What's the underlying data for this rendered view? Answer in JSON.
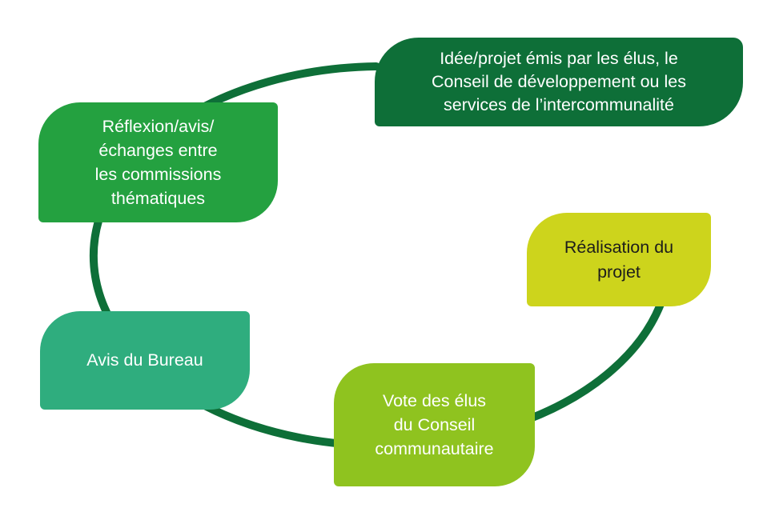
{
  "diagram_name": "process-cycle",
  "cycle": {
    "line_color": "#0E6F38",
    "line_width": 10
  },
  "boxes": [
    {
      "id": "idea",
      "lines": [
        "Idée/projet émis par les élus, le",
        "Conseil de développement ou les",
        "services de l’intercommunalité"
      ],
      "color": "#0E6F38",
      "text_color": "#FFFFFF"
    },
    {
      "id": "reflexion",
      "lines": [
        "Réflexion/avis/",
        "échanges entre",
        "les commissions",
        "thématiques"
      ],
      "color": "#24A140",
      "text_color": "#FFFFFF"
    },
    {
      "id": "bureau",
      "lines": [
        "Avis du Bureau"
      ],
      "color": "#2FAD7E",
      "text_color": "#FFFFFF"
    },
    {
      "id": "vote",
      "lines": [
        "Vote des élus",
        "du Conseil",
        "communautaire"
      ],
      "color": "#8FC31F",
      "text_color": "#FFFFFF"
    },
    {
      "id": "realisation",
      "lines": [
        "Réalisation du",
        "projet"
      ],
      "color": "#CDD41C",
      "text_color": "#1D1D1B"
    }
  ]
}
